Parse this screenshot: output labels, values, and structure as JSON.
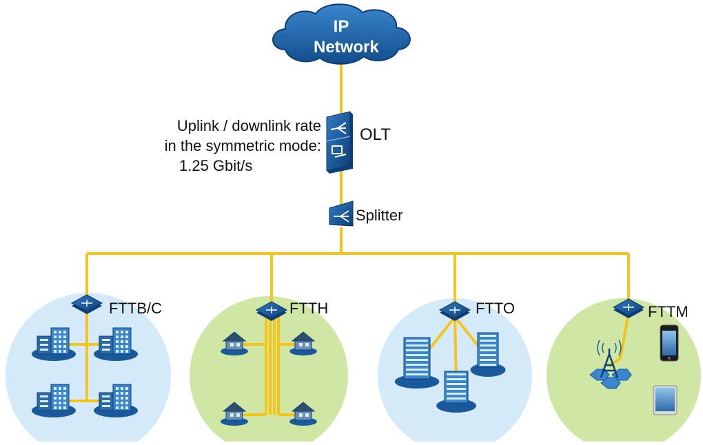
{
  "cloud": {
    "line1": "IP",
    "line2": "Network"
  },
  "olt": {
    "label": "OLT",
    "rate_line1": "Uplink / downlink rate",
    "rate_line2": "in the symmetric mode:",
    "rate_line3": "1.25 Gbit/s"
  },
  "splitter": {
    "label": "Splitter"
  },
  "scenarios": [
    {
      "label": "FTTB/C",
      "icon": "office-building-icon"
    },
    {
      "label": "FTTH",
      "icon": "house-icon"
    },
    {
      "label": "FTTO",
      "icon": "office-tower-icon"
    },
    {
      "label": "FTTM",
      "icon": "cell-tower-icon"
    }
  ],
  "colors": {
    "fiber": "#f5c418",
    "cloud": "#1f64a8",
    "device": "#1a5a9c",
    "circle_blue": "#d5eaf8",
    "circle_green": "#cfe6a5"
  }
}
